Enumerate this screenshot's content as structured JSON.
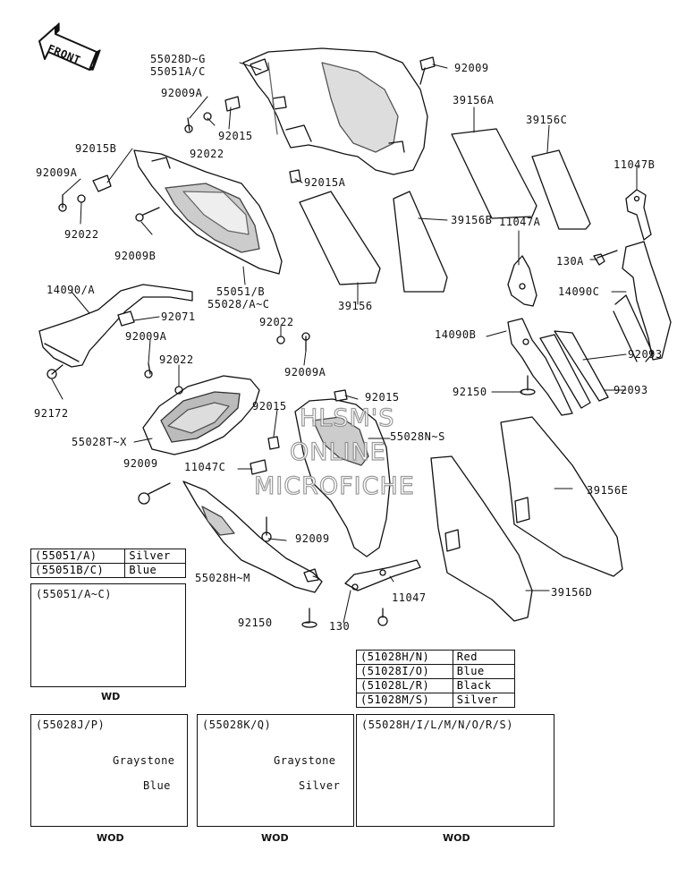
{
  "front_label": "FRONT",
  "watermark": [
    "HLSM'S",
    "ONLINE",
    "MICROFICHE"
  ],
  "part_labels": {
    "p55028dg": "55028D~G",
    "p55051ac_top": "55051A/C",
    "p92009_top": "92009",
    "p92009a_1": "92009A",
    "p92015_1": "92015",
    "p92022_1": "92022",
    "p92015b": "92015B",
    "p92009a_2": "92009A",
    "p92022_2": "92022",
    "p92009b": "92009B",
    "p92015a": "92015A",
    "p39156a": "39156A",
    "p39156c": "39156C",
    "p39156b": "39156B",
    "p39156": "39156",
    "p11047b": "11047B",
    "p11047a": "11047A",
    "p130a": "130A",
    "p14090c": "14090C",
    "p55051b": "55051/B",
    "p55028ac": "55028/A~C",
    "p14090a": "14090/A",
    "p92071": "92071",
    "p92009a_3": "92009A",
    "p92022_3": "92022",
    "p92009a_4": "92009A",
    "p92022_4": "92022",
    "p92172": "92172",
    "p14090b": "14090B",
    "p92093_1": "92093",
    "p92093_2": "92093",
    "p92150_1": "92150",
    "p92015_2": "92015",
    "p92015_3": "92015",
    "p55028tx": "55028T~X",
    "p55028ns": "55028N~S",
    "p11047c": "11047C",
    "p92009_2": "92009",
    "p39156e": "39156E",
    "p92009_3": "92009",
    "p55028hm": "55028H~M",
    "p39156d": "39156D",
    "p11047": "11047",
    "p92150_2": "92150",
    "p130": "130"
  },
  "color_table_55051": [
    [
      "(55051/A)",
      "Silver"
    ],
    [
      "(55051B/C)",
      "Blue"
    ]
  ],
  "color_table_51028": [
    [
      "(51028H/N)",
      "Red"
    ],
    [
      "(51028I/O)",
      "Blue"
    ],
    [
      "(51028L/R)",
      "Black"
    ],
    [
      "(51028M/S)",
      "Silver"
    ]
  ],
  "inset_55051": {
    "title": "(55051/A~C)",
    "caption": "WD"
  },
  "inset_jp": {
    "title": "(55028J/P)",
    "label1": "Graystone",
    "label2": "Blue",
    "caption": "WOD"
  },
  "inset_kq": {
    "title": "(55028K/Q)",
    "label1": "Graystone",
    "label2": "Silver",
    "caption": "WOD"
  },
  "inset_all": {
    "title": "(55028H/I/L/M/N/O/R/S)",
    "caption": "WOD"
  }
}
